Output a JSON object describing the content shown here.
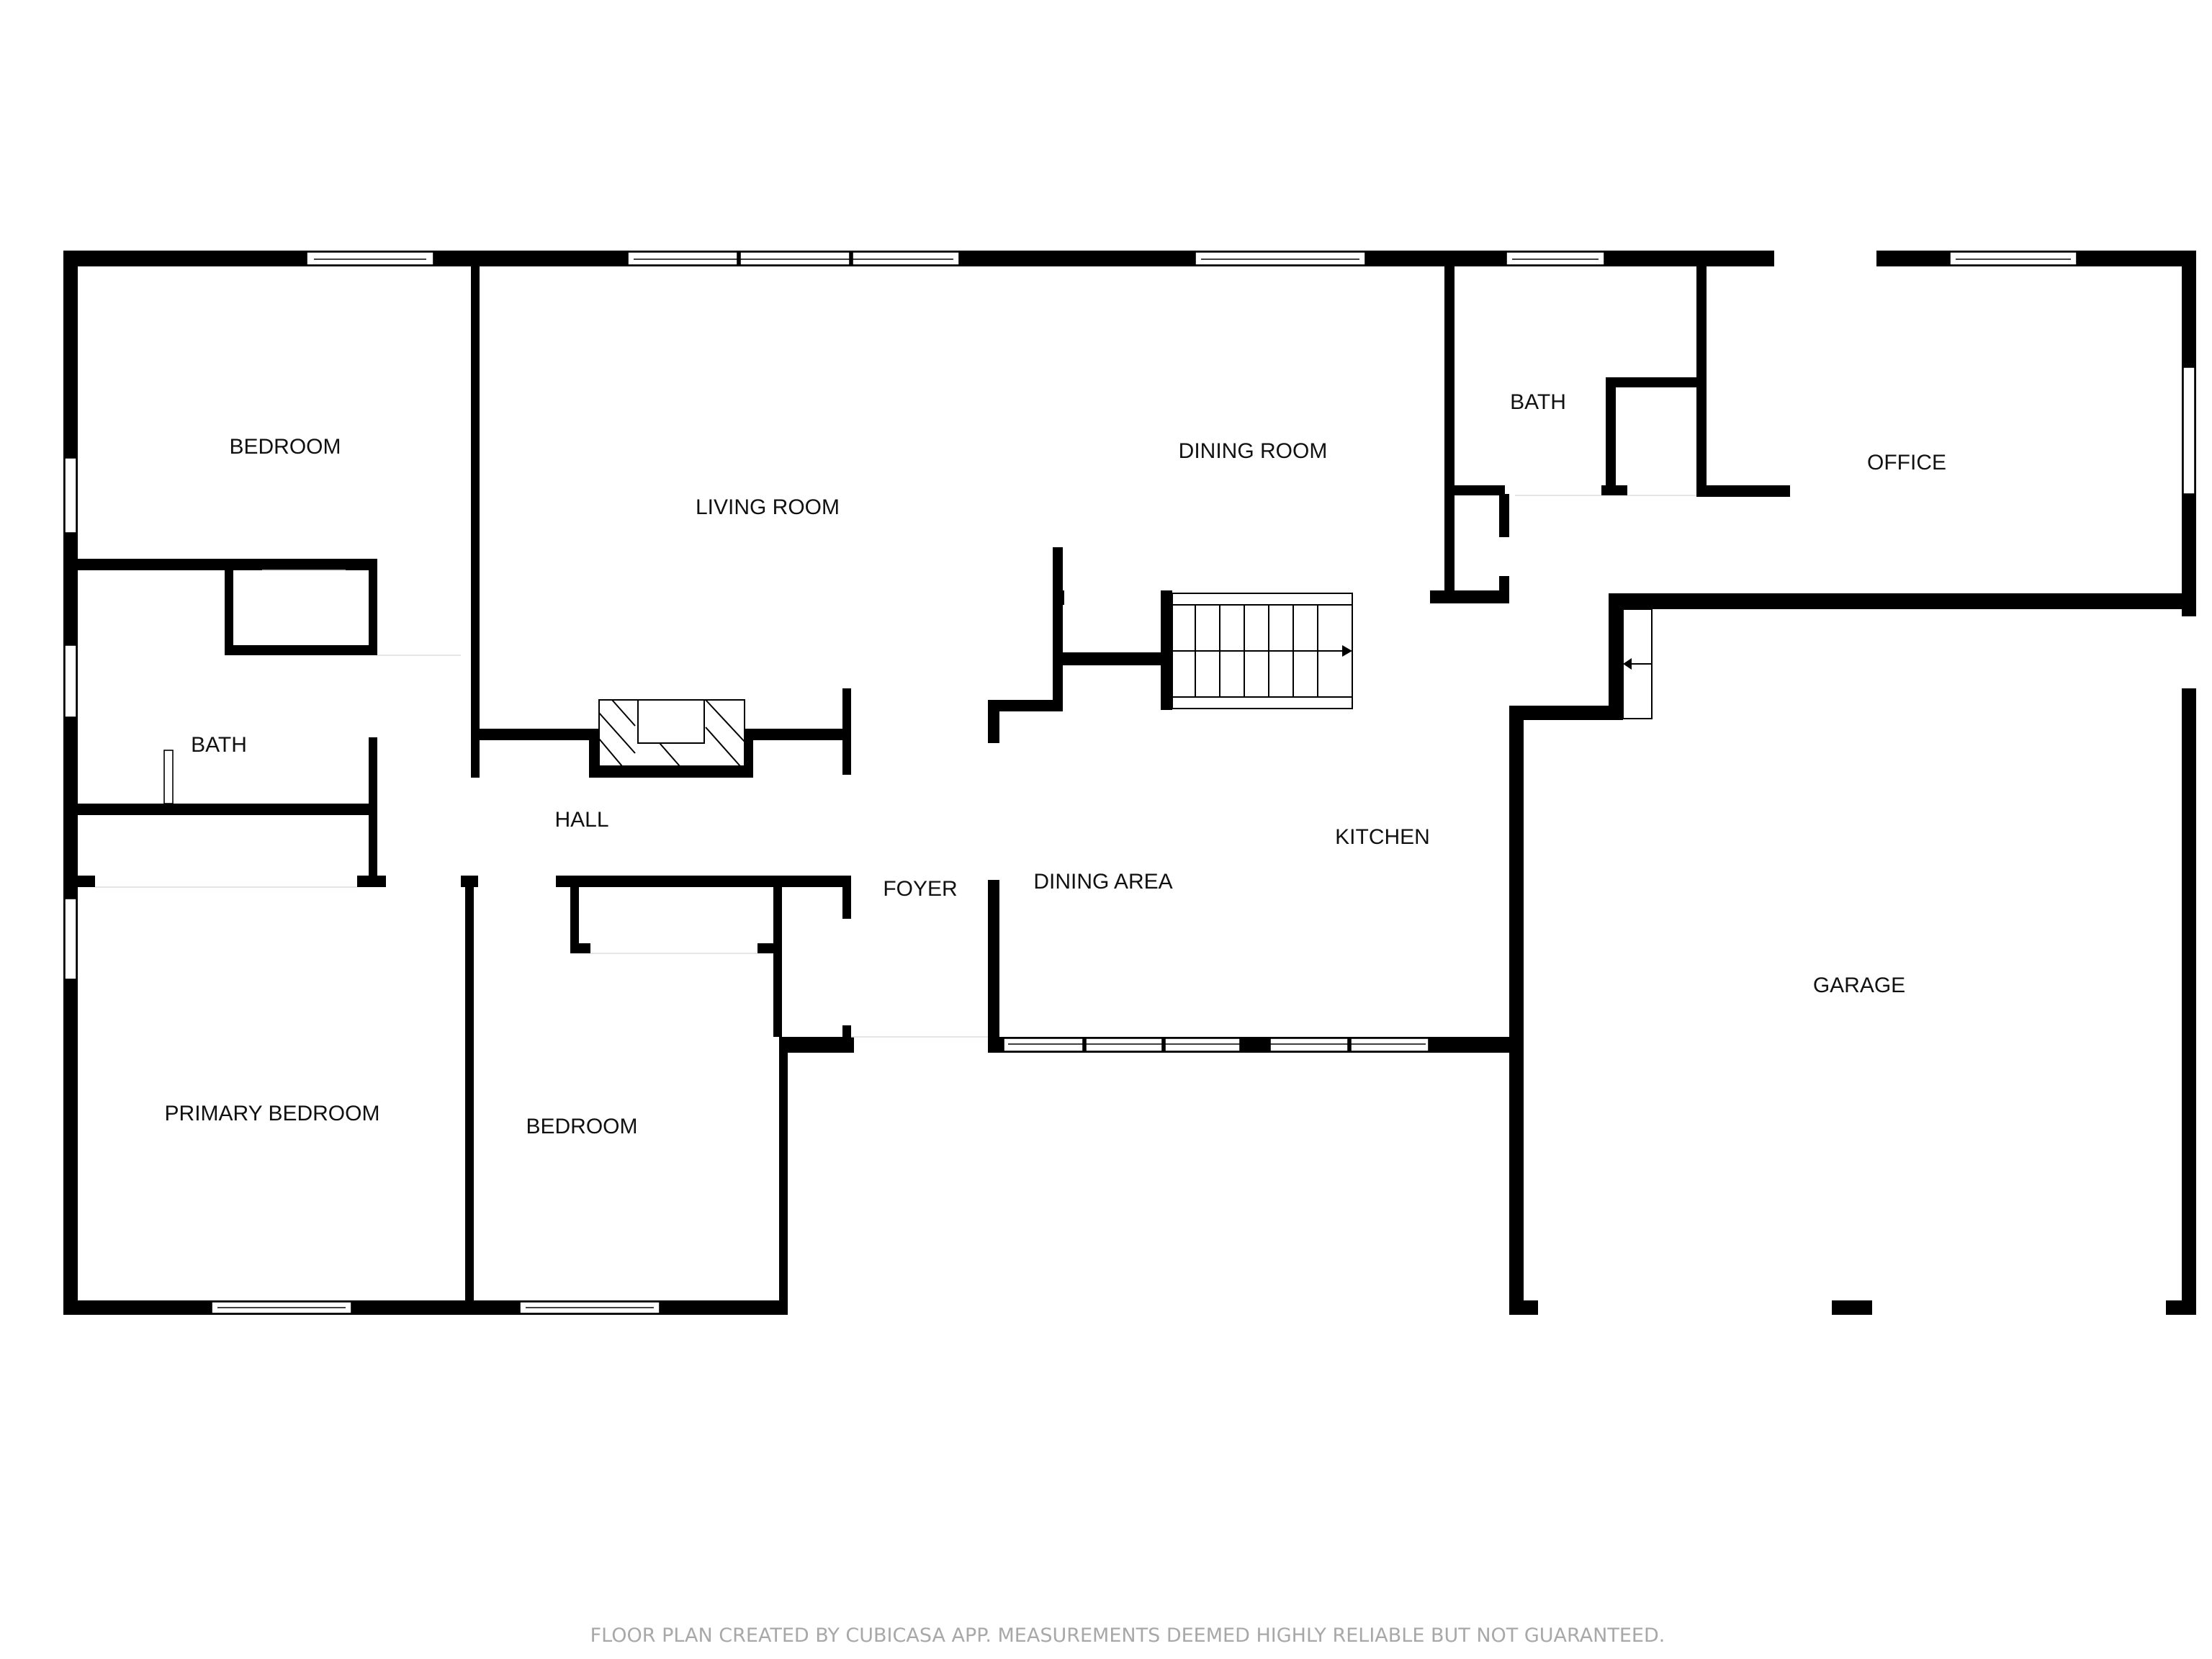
{
  "floor_plan": {
    "rooms": [
      {
        "id": "bedroom-nw",
        "label": "BEDROOM"
      },
      {
        "id": "living-room",
        "label": "LIVING ROOM"
      },
      {
        "id": "dining-room",
        "label": "DINING ROOM"
      },
      {
        "id": "bath-ne",
        "label": "BATH"
      },
      {
        "id": "office",
        "label": "OFFICE"
      },
      {
        "id": "bath-w",
        "label": "BATH"
      },
      {
        "id": "hall",
        "label": "HALL"
      },
      {
        "id": "foyer",
        "label": "FOYER"
      },
      {
        "id": "dining-area",
        "label": "DINING AREA"
      },
      {
        "id": "kitchen",
        "label": "KITCHEN"
      },
      {
        "id": "garage",
        "label": "GARAGE"
      },
      {
        "id": "primary-bedroom",
        "label": "PRIMARY BEDROOM"
      },
      {
        "id": "bedroom-s",
        "label": "BEDROOM"
      }
    ],
    "colors": {
      "wall": "#000000",
      "background": "#ffffff",
      "footer_text": "#a8a8a8"
    }
  },
  "footer": {
    "disclaimer": "FLOOR PLAN CREATED BY CUBICASA APP. MEASUREMENTS DEEMED HIGHLY RELIABLE BUT NOT GUARANTEED."
  }
}
